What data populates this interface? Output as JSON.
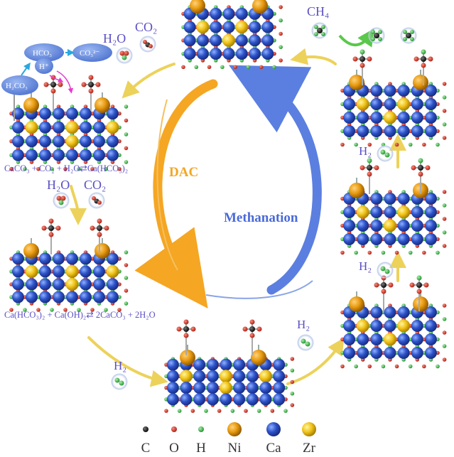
{
  "cycle": {
    "dac_label": "DAC",
    "methanation_label": "Methanation",
    "dac_color": "#f5a623",
    "methanation_color": "#5b7fe0"
  },
  "species": {
    "h2o_top": "H₂O",
    "co2_top": "CO₂",
    "h2o_left": "H₂O",
    "co2_left": "CO₂",
    "ch4": "CH₄",
    "h2_bottom_left": "H₂",
    "h2_bottom_right": "H₂",
    "h2_right_lower": "H₂",
    "h2_right_upper": "H₂"
  },
  "bubbles": {
    "hco3": "HCO₃",
    "co3": "CO₃²⁻",
    "h_plus": "H⁺",
    "h2co3": "H₂CO₃"
  },
  "equations": {
    "eq1": "CaCO₃ + CO₂ + H₂O⇄Ca(HCO₃)₂",
    "eq2": "Ca(HCO₃)₂ + Ca(OH)₂⇄ 2CaCO₃ + 2H₂O"
  },
  "legend": [
    {
      "label": "C",
      "color": "#222222"
    },
    {
      "label": "O",
      "color": "#d23a2e"
    },
    {
      "label": "H",
      "color": "#3fbf4f"
    },
    {
      "label": "Ni",
      "color": "#e89a10"
    },
    {
      "label": "Ca",
      "color": "#2c52c8"
    },
    {
      "label": "Zr",
      "color": "#f2c31a"
    }
  ]
}
